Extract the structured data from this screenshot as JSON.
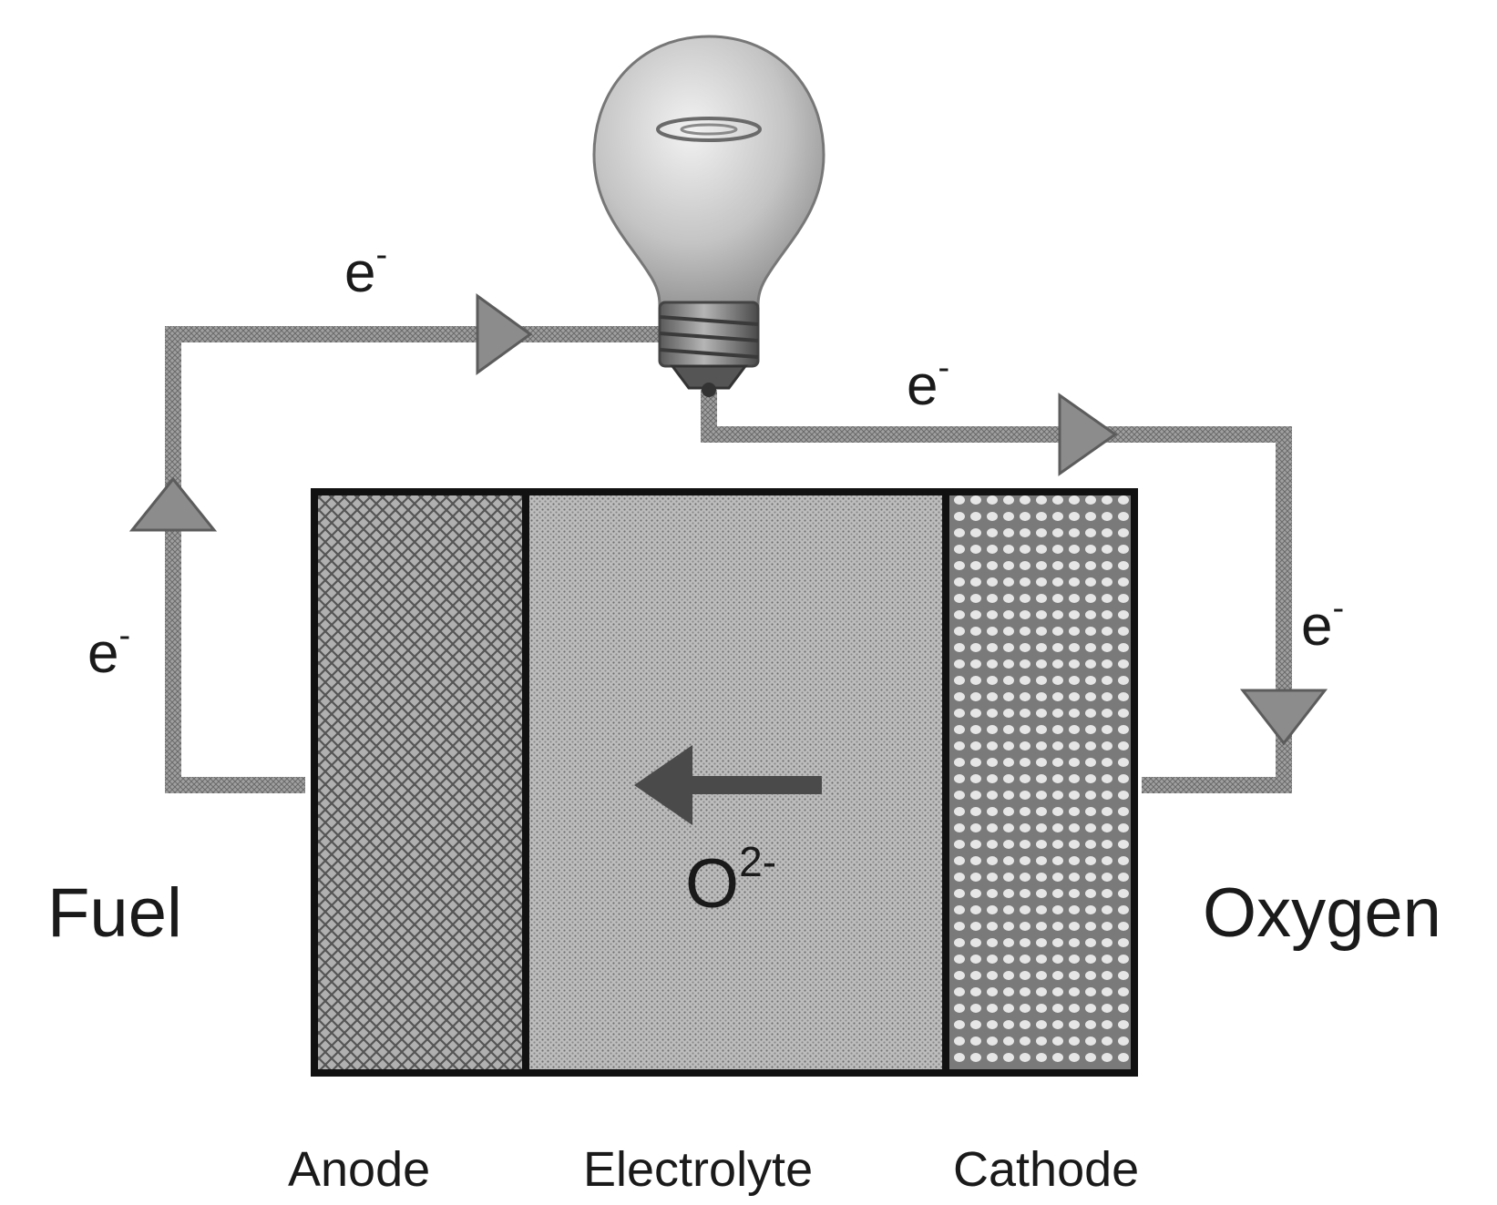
{
  "labels": {
    "fuel": "Fuel",
    "oxygen": "Oxygen",
    "anode": "Anode",
    "electrolyte": "Electrolyte",
    "cathode": "Cathode",
    "ion_base": "O",
    "ion_charge": "2-",
    "electron_base": "e",
    "electron_charge": "-"
  },
  "colors": {
    "wire": "#8c8c8c",
    "outline": "#111111",
    "anode_fill": "#9a9a9a",
    "electrolyte_fill": "#b4b4b4",
    "cathode_fill": "#c8c8c8",
    "bulb_glass": "#cfcfcf",
    "bulb_base": "#8a8a8a",
    "ion_arrow": "#4a4a4a"
  }
}
